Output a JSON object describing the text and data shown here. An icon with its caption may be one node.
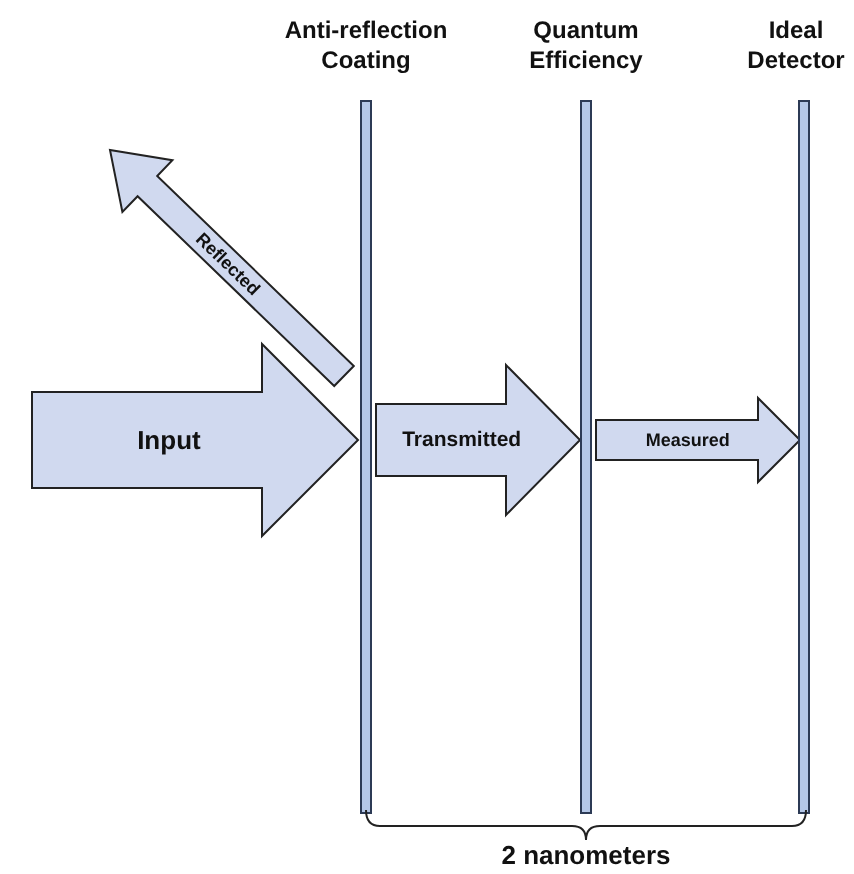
{
  "diagram": {
    "nodes": [
      {
        "text": [
          "Anti-reflection Coating"
        ]
      },
      {
        "text": [
          "Quantum Efficiency"
        ]
      },
      {
        "text": [
          "Ideal Detector"
        ]
      }
    ],
    "edges": [
      {
        "from": null,
        "to": 0,
        "arrow": "to",
        "label": "Input"
      },
      {
        "from": 0,
        "to": null,
        "arrow": "to",
        "label": "Reflected"
      },
      {
        "from": 0,
        "to": 1,
        "arrow": "to",
        "label": "Transmitted"
      },
      {
        "from": 1,
        "to": 2,
        "arrow": "to",
        "label": "Measured"
      }
    ],
    "labels": [
      "2 nanometers"
    ]
  }
}
